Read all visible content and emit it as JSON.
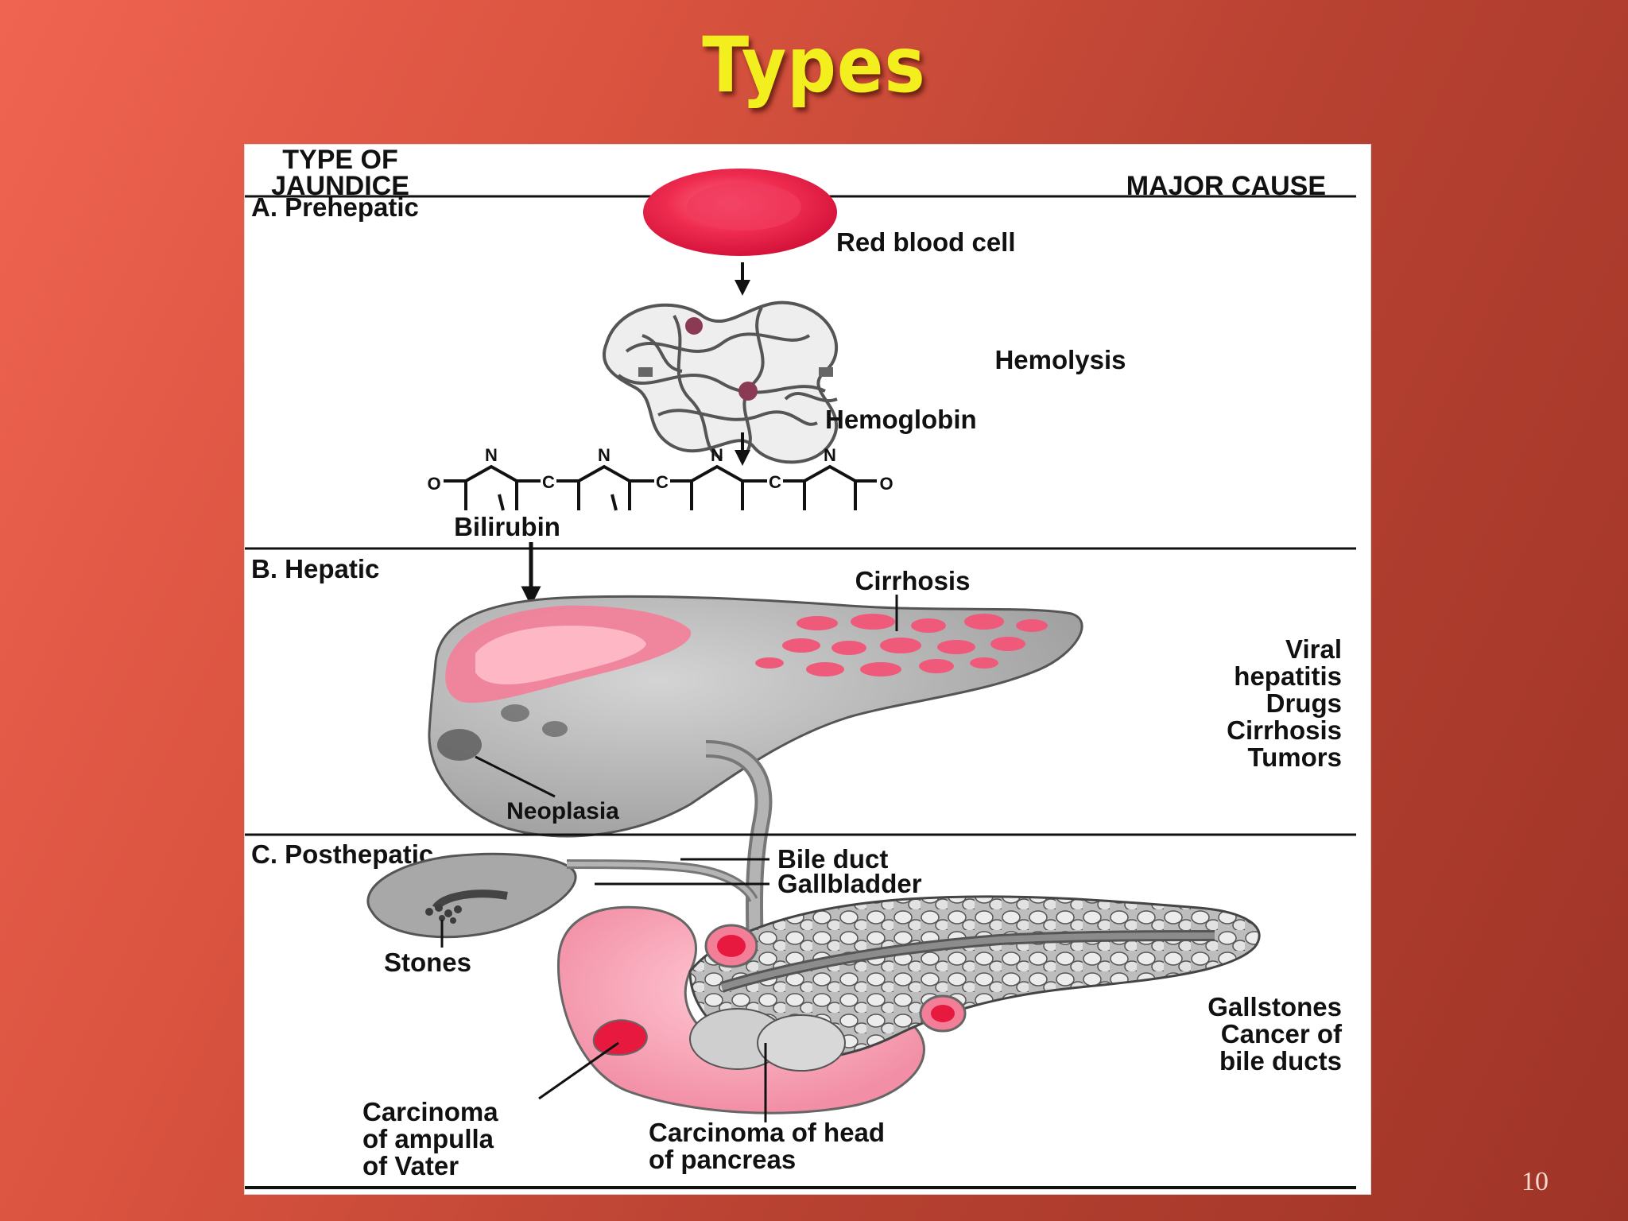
{
  "slide": {
    "title": "Types",
    "page_number": "10"
  },
  "figure": {
    "header": {
      "col1_line1": "TYPE OF",
      "col1_line2": "JAUNDICE",
      "col2": "MAJOR CAUSE"
    },
    "section_a": {
      "title": "A. Prehepatic",
      "red_blood_cell": "Red blood cell",
      "hemoglobin": "Hemoglobin",
      "bilirubin": "Bilirubin",
      "cause": "Hemolysis",
      "atom_o": "O",
      "atom_n": "N",
      "atom_c": "C"
    },
    "section_b": {
      "title": "B. Hepatic",
      "cirrhosis_label": "Cirrhosis",
      "neoplasia_label": "Neoplasia",
      "causes": [
        "Viral",
        "hepatitis",
        "Drugs",
        "Cirrhosis",
        "Tumors"
      ]
    },
    "section_c": {
      "title": "C. Posthepatic",
      "bile_duct": "Bile duct",
      "gallbladder": "Gallbladder",
      "stones": "Stones",
      "ampulla": [
        "Carcinoma",
        "of ampulla",
        "of Vater"
      ],
      "pancreas": [
        "Carcinoma of head",
        "of pancreas"
      ],
      "causes": [
        "Gallstones",
        "Cancer of",
        "bile ducts"
      ]
    }
  },
  "colors": {
    "background": "#c94a38",
    "title": "#f3ef1e",
    "blood_red": "#e8193f",
    "tissue_pink": "#f4a6b6",
    "liver_gray": "#b9b9b9"
  }
}
